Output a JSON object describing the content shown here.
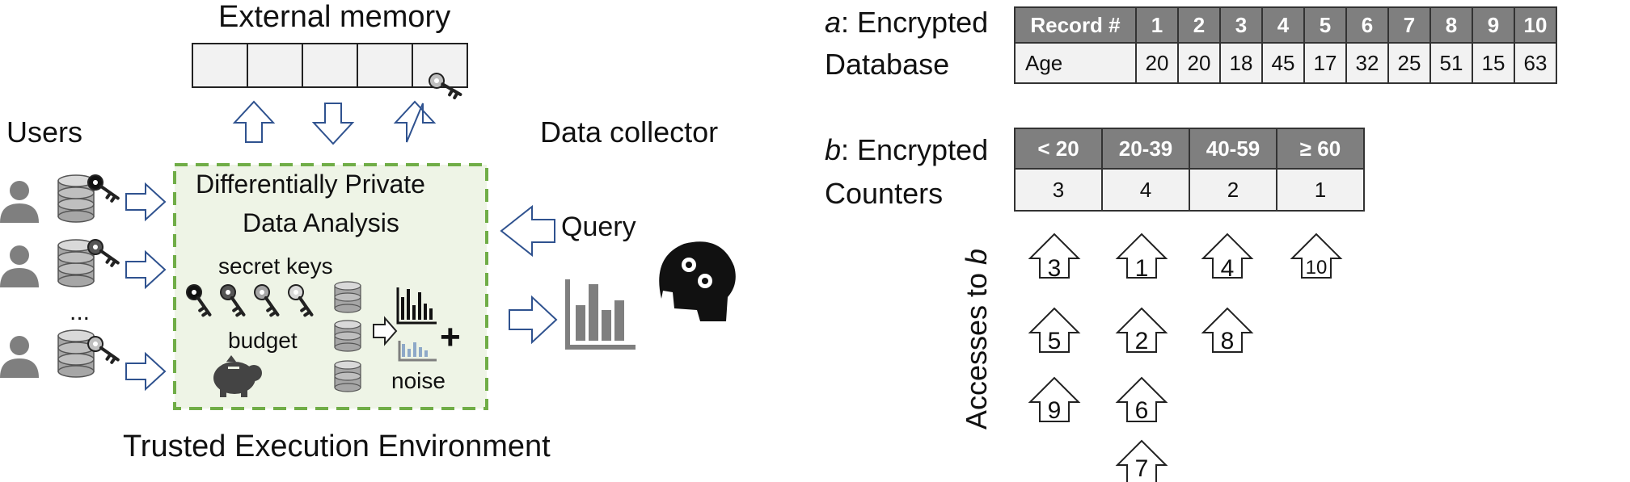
{
  "left_panel": {
    "external_memory_label": "External memory",
    "users_label": "Users",
    "ellipsis": "...",
    "data_collector_label": "Data collector",
    "query_label": "Query",
    "tee_title_line1": "Differentially Private",
    "tee_title_line2": "Data Analysis",
    "secret_keys_label": "secret keys",
    "budget_label": "budget",
    "noise_label": "noise",
    "plus": "+",
    "tee_caption": "Trusted Execution Environment"
  },
  "database": {
    "prefix": "a",
    "label_line1": ": Encrypted",
    "label_line2": "Database",
    "header_label": "Record #",
    "row_label": "Age",
    "record_numbers": [
      "1",
      "2",
      "3",
      "4",
      "5",
      "6",
      "7",
      "8",
      "9",
      "10"
    ],
    "ages": [
      "20",
      "20",
      "18",
      "45",
      "17",
      "32",
      "25",
      "51",
      "15",
      "63"
    ]
  },
  "counters": {
    "prefix": "b",
    "label_line1": ": Encrypted",
    "label_line2": "Counters",
    "buckets": [
      "< 20",
      "20-39",
      "40-59",
      "≥ 60"
    ],
    "counts": [
      "3",
      "4",
      "2",
      "1"
    ]
  },
  "accesses": {
    "label": "Accesses to ",
    "label_var": "b",
    "columns": [
      [
        "3",
        "5",
        "9"
      ],
      [
        "1",
        "2",
        "6",
        "7"
      ],
      [
        "4",
        "8"
      ],
      [
        "10"
      ]
    ]
  },
  "colors": {
    "tee_fill": "#eef4e6",
    "tee_border": "#70ad47",
    "arrow_stroke": "#2f528f",
    "table_header": "#7f7f7f",
    "table_body": "#f2f2f2",
    "icon_gray": "#7f7f7f"
  }
}
